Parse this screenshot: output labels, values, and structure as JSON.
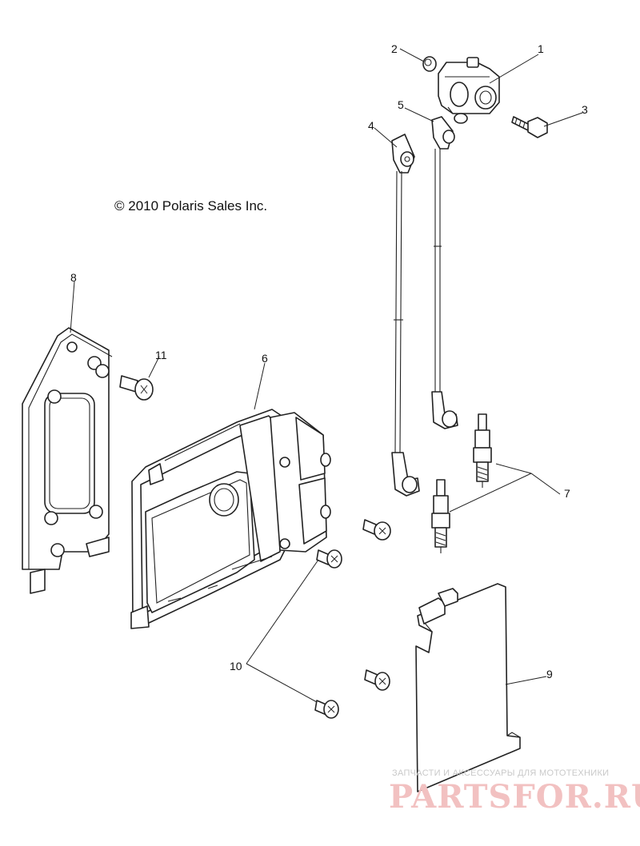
{
  "copyright": "© 2010 Polaris Sales Inc.",
  "callouts": {
    "c1": "1",
    "c2": "2",
    "c3": "3",
    "c4": "4",
    "c5": "5",
    "c6": "6",
    "c7": "7",
    "c8": "8",
    "c9": "9",
    "c10": "10",
    "c11": "11"
  },
  "watermark": {
    "tagline": "ЗАПЧАСТИ И АКСЕССУАРЫ ДЛЯ МОТОТЕХНИКИ",
    "logo": "PARTSFOR.RU"
  }
}
